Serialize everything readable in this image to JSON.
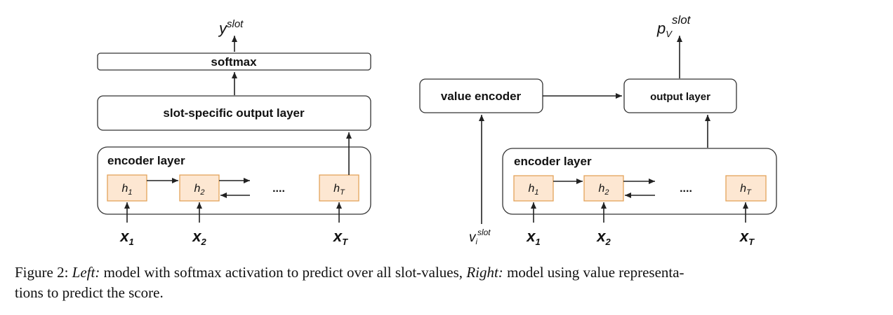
{
  "left_diagram": {
    "output": "y",
    "output_sup": "slot",
    "softmax": "softmax",
    "slot_layer": "slot-specific output layer",
    "encoder": "encoder layer",
    "h1": "h",
    "h1_sub": "1",
    "h2": "h",
    "h2_sub": "2",
    "hT": "h",
    "hT_sub": "T",
    "dots": "....",
    "x1": "x",
    "x1_sub": "1",
    "x2": "x",
    "x2_sub": "2",
    "xT": "x",
    "xT_sub": "T"
  },
  "right_diagram": {
    "output": "p",
    "output_sub": "V",
    "output_sup": "slot",
    "value_encoder": "value encoder",
    "output_layer": "output layer",
    "encoder": "encoder layer",
    "h1": "h",
    "h1_sub": "1",
    "h2": "h",
    "h2_sub": "2",
    "hT": "h",
    "hT_sub": "T",
    "dots": "....",
    "v": "v",
    "v_sub": "i",
    "v_sup": "slot",
    "x1": "x",
    "x1_sub": "1",
    "x2": "x",
    "x2_sub": "2",
    "xT": "x",
    "xT_sub": "T"
  },
  "caption": {
    "prefix": "Figure 2: ",
    "left_label": "Left:",
    "left_text": " model with softmax activation to predict over all slot-values, ",
    "right_label": "Right:",
    "right_text": " model using value representa-",
    "line2": "tions to predict the score."
  }
}
